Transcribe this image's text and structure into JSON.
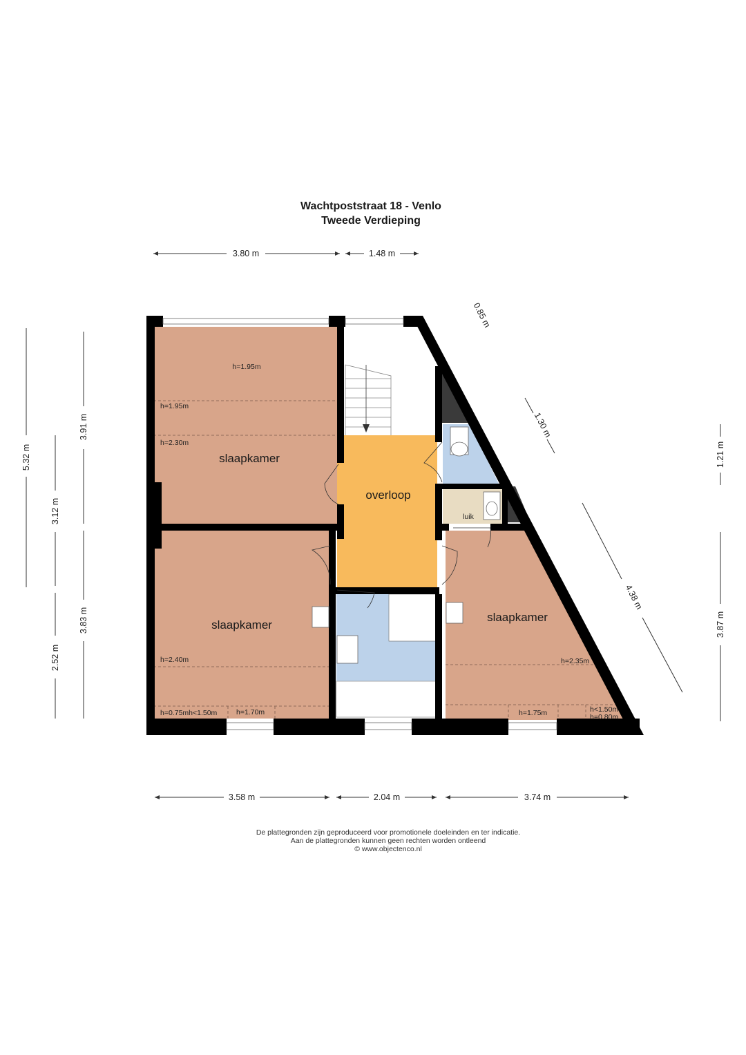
{
  "header": {
    "address": "Wachtpoststraat 18 - Venlo",
    "floor": "Tweede Verdieping"
  },
  "rooms": {
    "bedroom_left_top": "slaapkamer",
    "bedroom_left_bottom": "slaapkamer",
    "bedroom_right": "slaapkamer",
    "landing": "overloop",
    "hatch": "luik"
  },
  "heights": {
    "lt_1": "h=1.95m",
    "lt_2": "h=1.95m",
    "lt_3": "h=2.30m",
    "lb_1": "h=2.40m",
    "lb_2": "h=0.75mh<1.50m",
    "lb_3": "h=1.70m",
    "r_1": "h=2.35m",
    "r_2": "h=1.75m",
    "r_3": "h<1.50m",
    "r_4": "h=0.80m"
  },
  "dimensions": {
    "top_left": "3.80 m",
    "top_right": "1.48 m",
    "diag_small": "0.85 m",
    "diag_mid": "1.30 m",
    "diag_long": "4.38 m",
    "left_outer": "5.32 m",
    "left_mid_top": "3.12 m",
    "left_mid_bottom": "2.52 m",
    "left_inner_top": "3.91 m",
    "left_inner_bottom": "3.83 m",
    "right_top": "1.21 m",
    "right_bottom": "3.87 m",
    "bottom_left": "3.58 m",
    "bottom_mid": "2.04 m",
    "bottom_right": "3.74 m"
  },
  "disclaimer": {
    "line1": "De plattegronden zijn geproduceerd voor promotionele doeleinden en ter indicatie.",
    "line2": "Aan de plattegronden kunnen geen rechten worden ontleend",
    "line3": "© www.objectenco.nl"
  },
  "colors": {
    "bedroom": "#d8a58a",
    "landing": "#f8ba5c",
    "bathroom": "#bcd2ea",
    "storage": "#e8dcc2",
    "wall": "#000000",
    "dark_corner": "#3a3a3a"
  }
}
